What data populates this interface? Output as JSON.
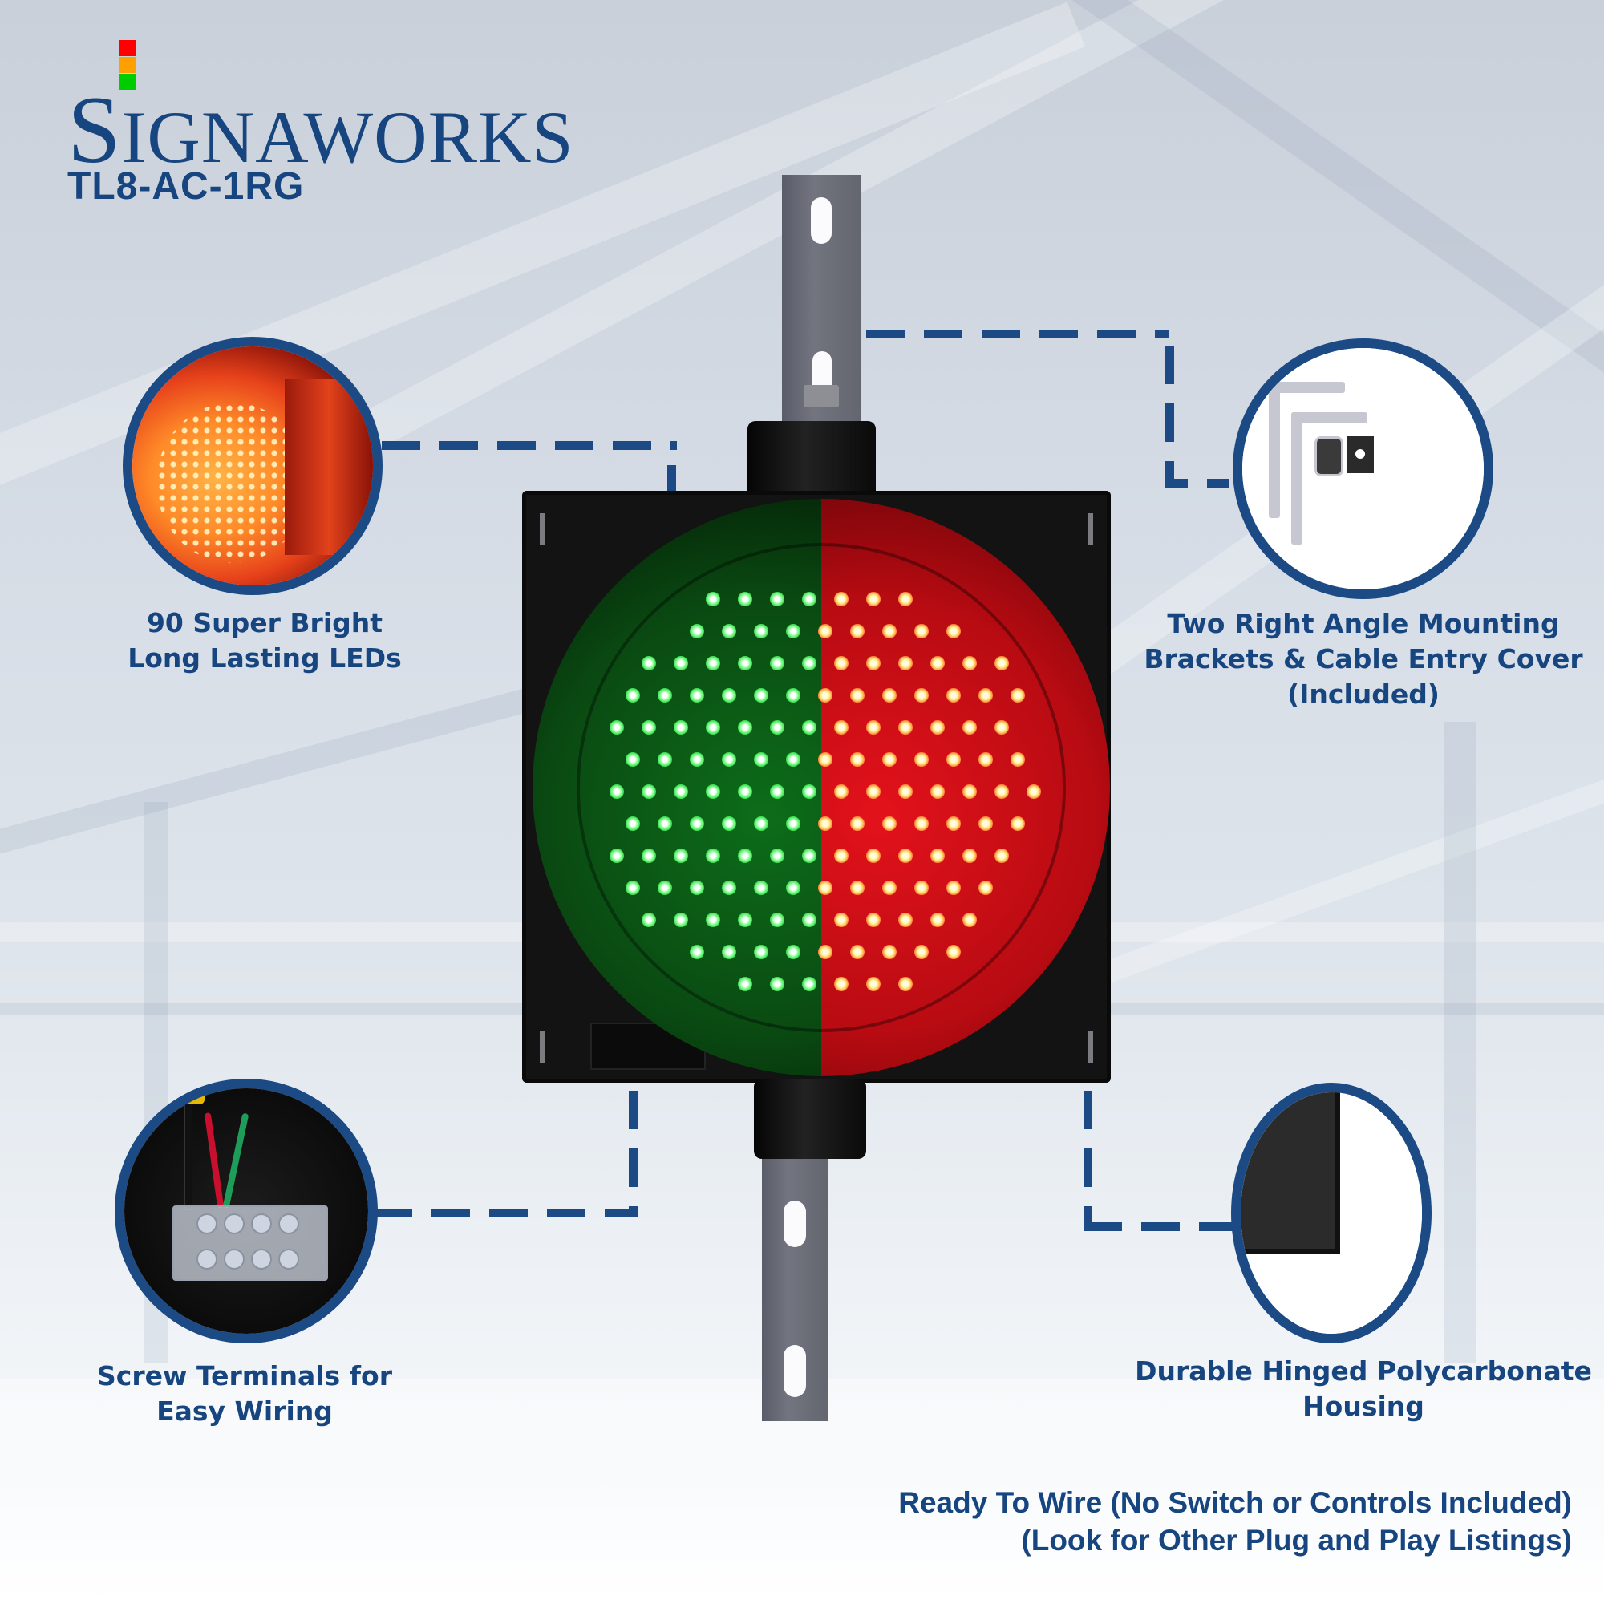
{
  "brand": {
    "name_first": "S",
    "name_rest": "IGNAWORKS",
    "logo_colors": [
      "#ff0000",
      "#ffa000",
      "#00cc00"
    ],
    "model": "TL8-AC-1RG"
  },
  "colors": {
    "primary": "#17457f",
    "callout_border": "#1b4a85",
    "led_green": "#1fd33b",
    "led_red": "#e3121b"
  },
  "product": {
    "name": "Red/Green traffic signal light",
    "lens_split": [
      "green",
      "red"
    ]
  },
  "callouts": [
    {
      "id": "leds",
      "icon": "amber-led-closeup",
      "lines": [
        "90 Super Bright",
        "Long Lasting LEDs"
      ]
    },
    {
      "id": "brackets",
      "icon": "mounting-brackets-photo",
      "lines": [
        "Two Right Angle Mounting",
        "Brackets & Cable Entry Cover",
        "(Included)"
      ]
    },
    {
      "id": "terminals",
      "icon": "screw-terminal-photo",
      "lines": [
        "Screw Terminals for",
        "Easy Wiring"
      ]
    },
    {
      "id": "housing",
      "icon": "housing-corner-photo",
      "lines": [
        "Durable Hinged Polycarbonate",
        "Housing"
      ]
    }
  ],
  "footer": {
    "lines": [
      "Ready To Wire (No Switch or Controls Included)",
      "(Look for Other Plug and Play Listings)"
    ]
  }
}
